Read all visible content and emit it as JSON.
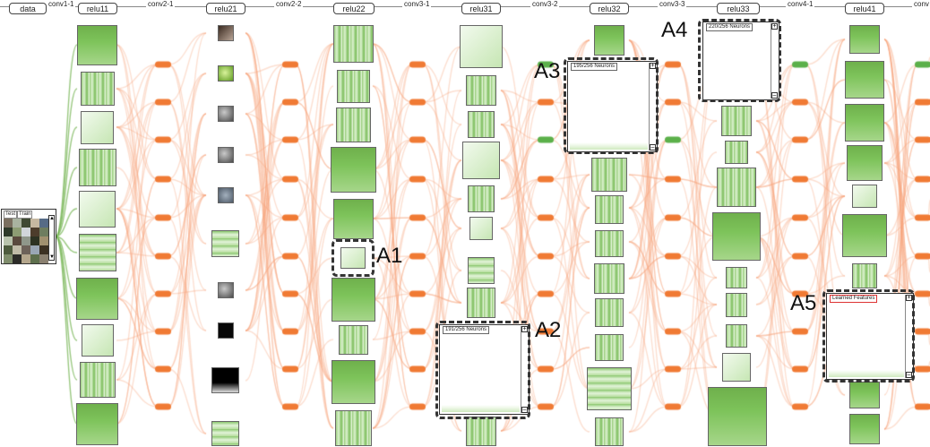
{
  "header": {
    "ops": [
      "conv1-1",
      "conv2-1",
      "conv2-2",
      "conv3-1",
      "conv3-2",
      "conv3-3",
      "conv4-1",
      "conv"
    ],
    "layers": [
      "data",
      "relu11",
      "relu21",
      "relu22",
      "relu31",
      "relu32",
      "relu33",
      "relu41"
    ]
  },
  "input_panel": {
    "tab_test": "Test",
    "tab_train": "Train",
    "scroll_up": "▲",
    "scroll_down": "▼"
  },
  "panels": {
    "a2_title": "191/256 Neurons",
    "a3_title": "195/256 Neurons",
    "a4_title": "220/256 Neurons",
    "a5_title": "Learned Features",
    "plus": "+",
    "minus": "–"
  },
  "callouts": {
    "a1": "A1",
    "a2": "A2",
    "a3": "A3",
    "a4": "A4",
    "a5": "A5"
  },
  "colors": {
    "flow": "#f5a47a",
    "flow_green": "#6fb04c",
    "node": "#f07a34",
    "node_green": "#5bb04a"
  }
}
